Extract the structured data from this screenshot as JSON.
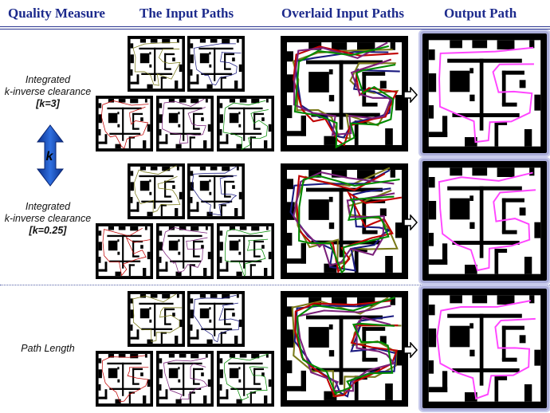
{
  "headers": {
    "quality_measure": "Quality Measure",
    "input_paths": "The Input Paths",
    "overlaid_paths": "Overlaid Input Paths",
    "output_path": "Output Path"
  },
  "rows": [
    {
      "line1": "Integrated",
      "line2": "k-inverse clearance",
      "param": "[k=3]"
    },
    {
      "line1": "Integrated",
      "line2": "k-inverse clearance",
      "param": "[k=0.25]"
    },
    {
      "line1": "",
      "line2": "Path Length",
      "param": ""
    }
  ],
  "k_arrow_label": "k",
  "colors": {
    "header": "#1c2a8c",
    "input_paths": [
      "#7a7a1a",
      "#1a1a80",
      "#c00000",
      "#7a207a",
      "#008a00"
    ],
    "output_path": "#ff44ff",
    "k_arrow": "#1448b8"
  }
}
